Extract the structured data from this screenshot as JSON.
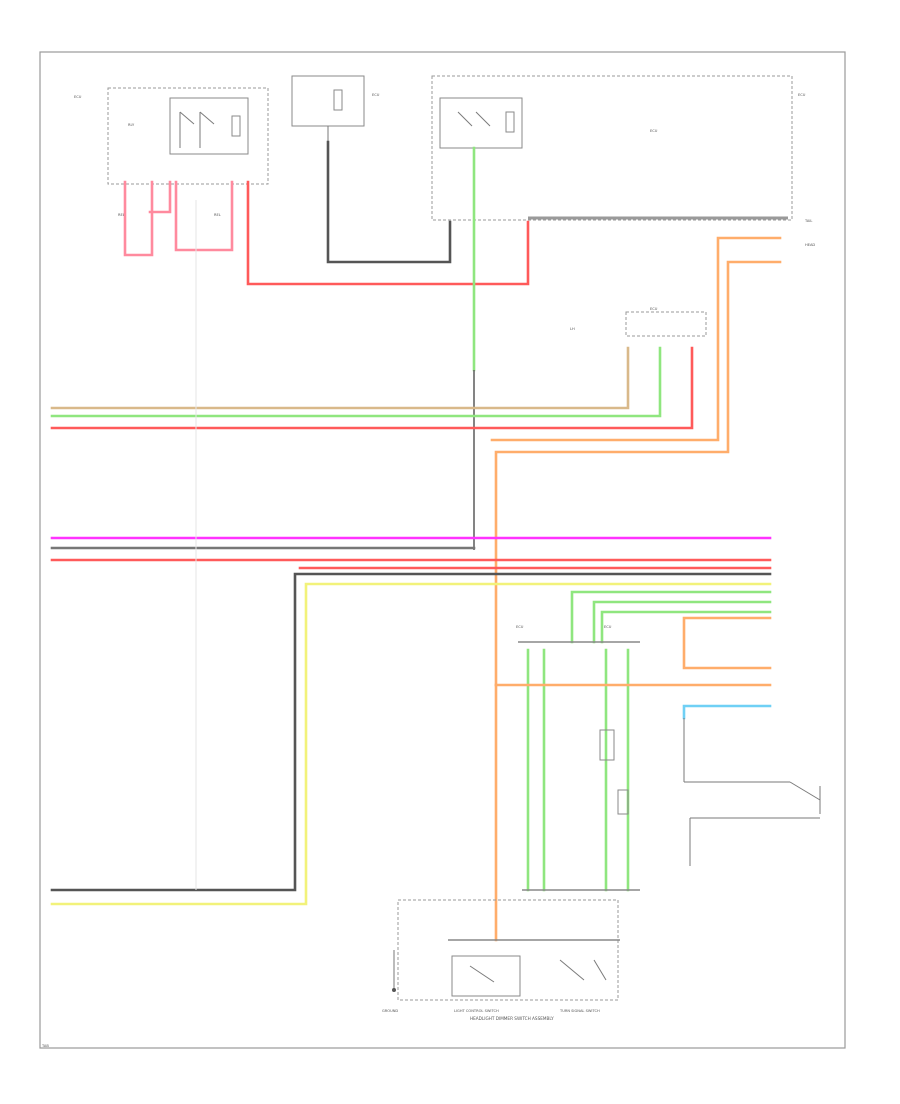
{
  "colors": {
    "red": "#ff5a5a",
    "pink": "#ff8a9e",
    "green": "#8fe67f",
    "orange": "#ffad6b",
    "tan": "#d9b98a",
    "yellow": "#f2f27a",
    "magenta": "#ff33ff",
    "blue": "#6fd0f5",
    "black": "#555555",
    "gray": "#8a8a8a"
  },
  "labels": {
    "main_assembly": "HEADLIGHT DIMMER SWITCH ASSEMBLY",
    "light_control": "LIGHT CONTROL SWITCH",
    "turn_signal": "TURN SIGNAL SWITCH",
    "ground": "GROUND"
  },
  "page_code": "TAB",
  "icons": [
    "ground-symbol-icon",
    "relay-switch-icon",
    "resistor-icon",
    "dimmer-switch-icon"
  ]
}
